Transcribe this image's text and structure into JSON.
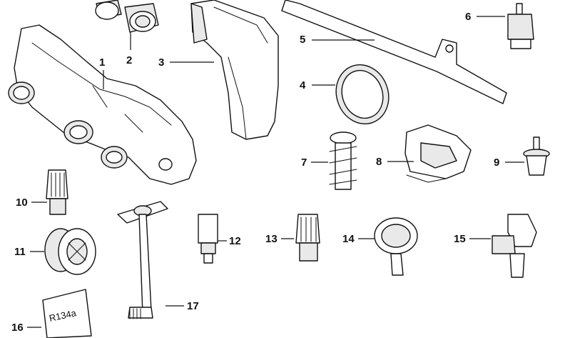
{
  "callouts": {
    "c1": "1",
    "c2": "2",
    "c3": "3",
    "c4": "4",
    "c5": "5",
    "c6": "6",
    "c7": "7",
    "c8": "8",
    "c9": "9",
    "c10": "10",
    "c11": "11",
    "c12": "12",
    "c13": "13",
    "c14": "14",
    "c15": "15",
    "c16": "16",
    "c17": "17"
  },
  "refrigerant_label": "R134a"
}
